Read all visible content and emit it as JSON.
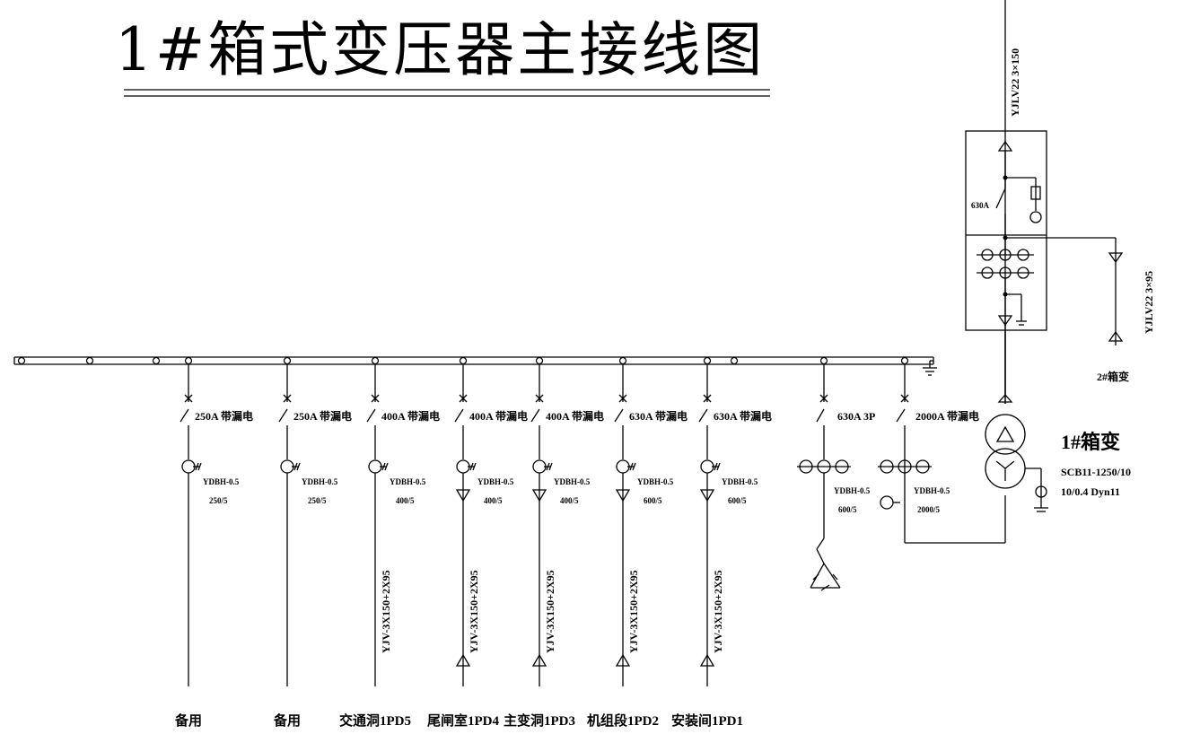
{
  "title": "1#箱式变压器主接线图",
  "hv": {
    "incoming_cable": "YJLV22 3×150",
    "breaker_rating": "630A",
    "outgoing_cable": "YJLV22 3×95",
    "outgoing_target": "2#箱变"
  },
  "transformer": {
    "name": "1#箱变",
    "model": "SCB11-1250/10",
    "spec": "10/0.4 Dyn11"
  },
  "feeders": [
    {
      "breaker": "250A 带漏电",
      "ct_type": "YDBH-0.5",
      "ct_ratio": "250/5",
      "cable": "",
      "load": "备用"
    },
    {
      "breaker": "250A 带漏电",
      "ct_type": "YDBH-0.5",
      "ct_ratio": "250/5",
      "cable": "",
      "load": "备用"
    },
    {
      "breaker": "400A 带漏电",
      "ct_type": "YDBH-0.5",
      "ct_ratio": "400/5",
      "cable": "YJV-3X150+2X95",
      "load": "交通洞1PD5"
    },
    {
      "breaker": "400A 带漏电",
      "ct_type": "YDBH-0.5",
      "ct_ratio": "400/5",
      "cable": "YJV-3X150+2X95",
      "load": "尾闸室1PD4"
    },
    {
      "breaker": "400A 带漏电",
      "ct_type": "YDBH-0.5",
      "ct_ratio": "400/5",
      "cable": "YJV-3X150+2X95",
      "load": "主变洞1PD3"
    },
    {
      "breaker": "630A 带漏电",
      "ct_type": "YDBH-0.5",
      "ct_ratio": "600/5",
      "cable": "YJV-3X150+2X95",
      "load": "机组段1PD2"
    },
    {
      "breaker": "630A 带漏电",
      "ct_type": "YDBH-0.5",
      "ct_ratio": "600/5",
      "cable": "YJV-3X150+2X95",
      "load": "安装间1PD1"
    }
  ],
  "capacitor_feeder": {
    "breaker": "630A 3P",
    "ct_type": "YDBH-0.5",
    "ct_ratio": "600/5"
  },
  "main_incomer": {
    "breaker": "2000A 带漏电",
    "ct_type": "YDBH-0.5",
    "ct_ratio": "2000/5"
  }
}
